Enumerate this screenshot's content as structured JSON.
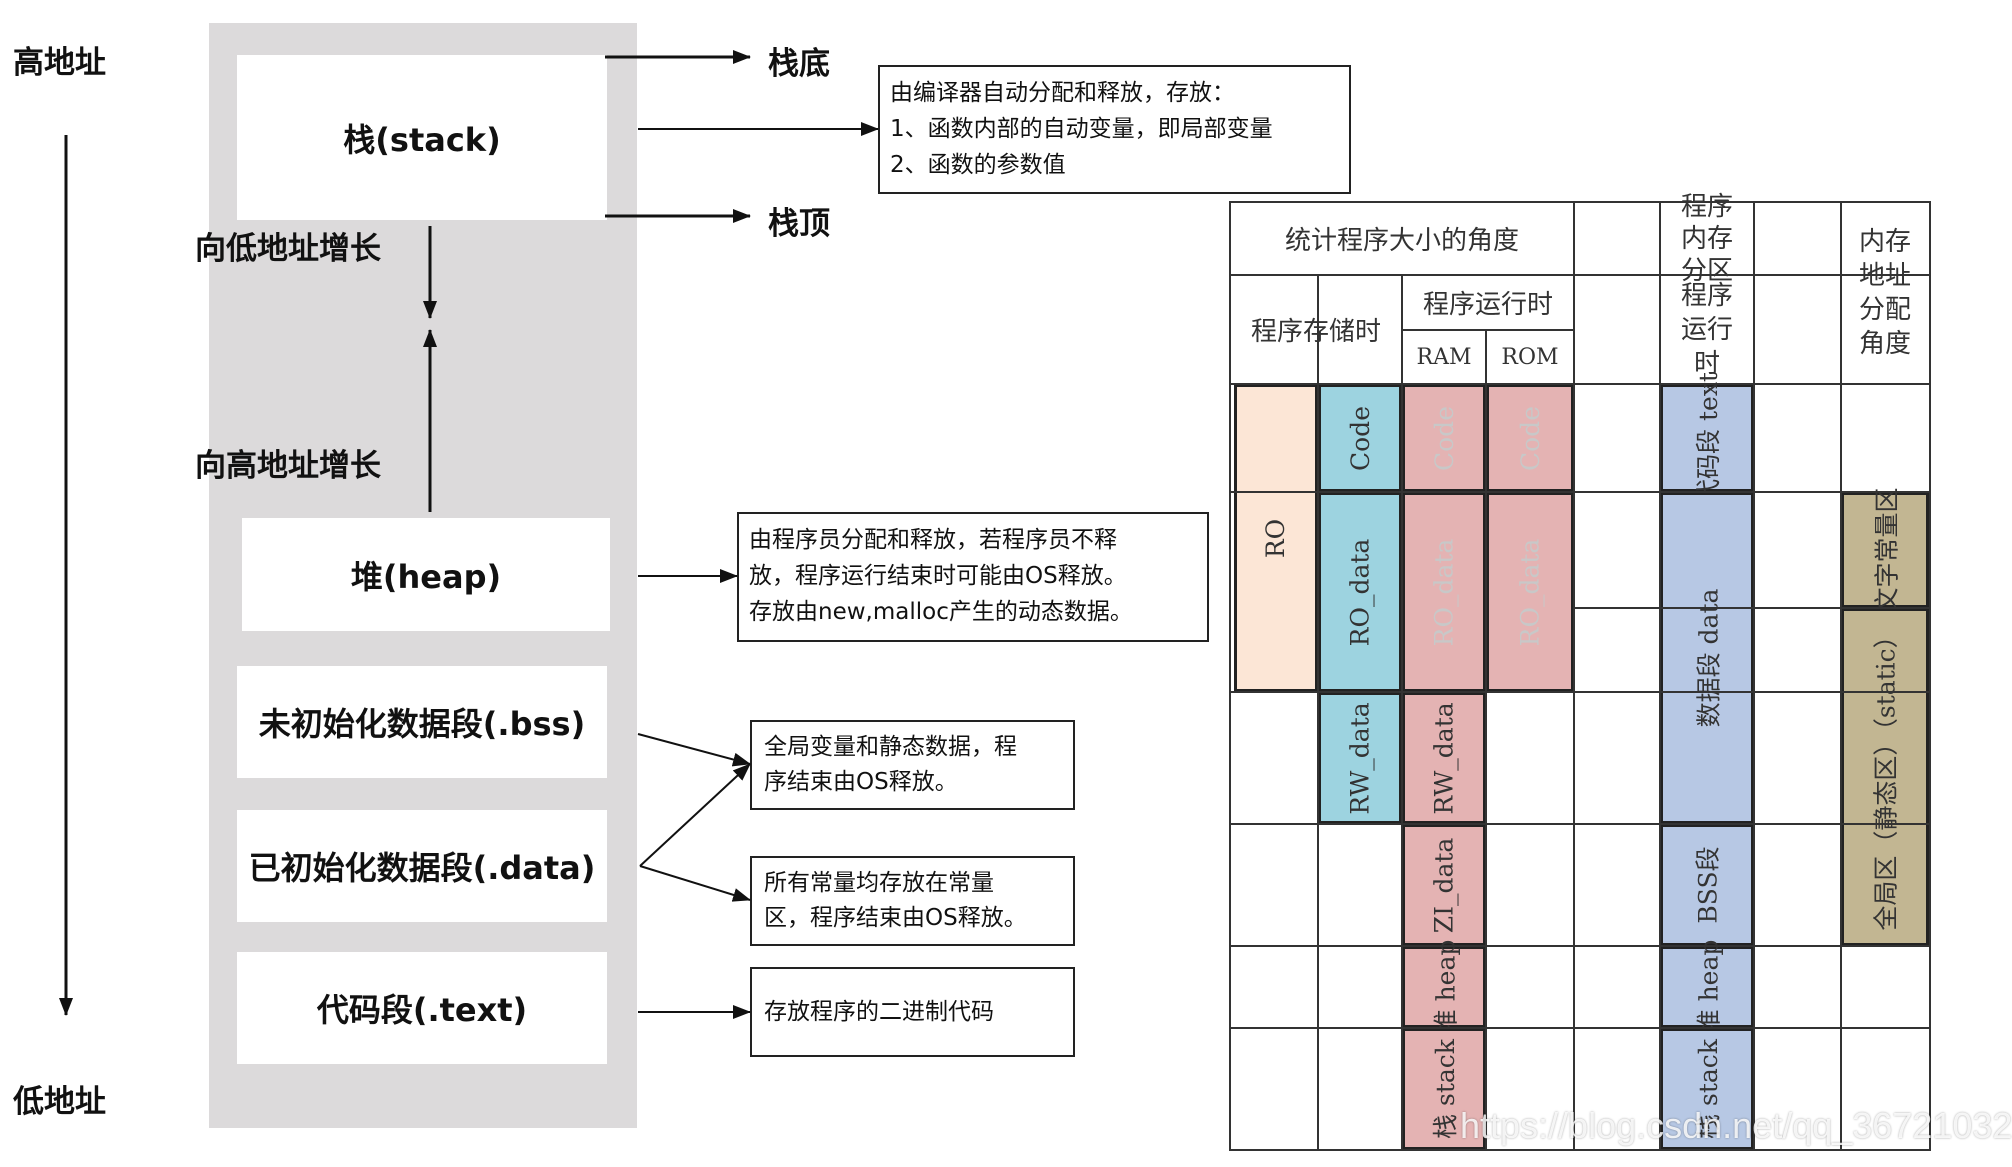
{
  "left": {
    "high_address": "高地址",
    "low_address": "低地址",
    "stack_bottom": "栈底",
    "stack_top": "栈顶",
    "grow_low": "向低地址增长",
    "grow_high": "向高地址增长",
    "segments": {
      "stack": "栈(stack)",
      "heap": "堆(heap)",
      "bss": "未初始化数据段(.bss)",
      "data": "已初始化数据段(.data)",
      "text": "代码段(.text)"
    }
  },
  "notes": {
    "stack": [
      "由编译器自动分配和释放，存放：",
      "1、函数内部的自动变量，即局部变量",
      "2、函数的参数值"
    ],
    "heap": [
      "由程序员分配和释放，若程序员不释",
      "放，程序运行结束时可能由OS释放。",
      "存放由new,malloc产生的动态数据。"
    ],
    "global": [
      "全局变量和静态数据，程",
      "序结束由OS释放。"
    ],
    "const": [
      "所有常量均存放在常量",
      "区，程序结束由OS释放。"
    ],
    "code": [
      "存放程序的二进制代码"
    ]
  },
  "table": {
    "h_stat": "统计程序大小的角度",
    "h_store": "程序存储时",
    "h_run": "程序运行时",
    "h_ram": "RAM",
    "h_rom": "ROM",
    "h_mem_part": "程序内存分区",
    "h_mem_run": "程序运行时",
    "h_addr": "内存地址分配角度",
    "ro": "RO",
    "code": "Code",
    "ro_data": "RO_data",
    "rw_data": "RW_data",
    "zi_data": "ZI_data",
    "heap": "堆 heap",
    "stack": "栈 stack",
    "text_seg": "代码段 text",
    "data_seg": "数据段 data",
    "bss_seg": "BSS段",
    "const_area": "文字常量区",
    "global_area": "全局区（静态区）（static）"
  },
  "watermark": "https://blog.csdn.net/qq_36721032",
  "colors": {
    "column_gray": "#dcdadb",
    "ro_peach": "#fce6d6",
    "blue": "#9dd3e0",
    "pink": "#e4b3b3",
    "lavender": "#b7c8e4",
    "olive": "#c2b692"
  }
}
